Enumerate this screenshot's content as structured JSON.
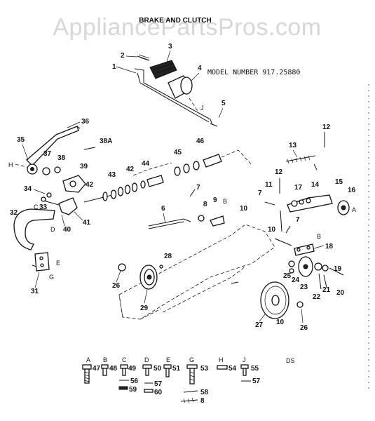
{
  "watermark": "AppliancePartsPros.com",
  "title": "BRAKE AND CLUTCH",
  "model_label": "MODEL NUMBER 917.25880",
  "callouts": {
    "c1": "1",
    "c2": "2",
    "c3": "3",
    "c4": "4",
    "c5": "5",
    "c6": "6",
    "c7": "7",
    "c8": "8",
    "c9": "9",
    "c10": "10",
    "c11": "11",
    "c12": "12",
    "c13": "13",
    "c14": "14",
    "c15": "15",
    "c16": "16",
    "c17": "17",
    "c18": "18",
    "c19": "19",
    "c20": "20",
    "c21": "21",
    "c22": "22",
    "c23": "23",
    "c24": "24",
    "c25": "25",
    "c26": "26",
    "c27": "27",
    "c28": "28",
    "c29": "29",
    "c31": "31",
    "c32": "32",
    "c33": "33",
    "c34": "34",
    "c35": "35",
    "c36": "36",
    "c37": "37",
    "c38": "38",
    "c38a": "38A",
    "c39": "39",
    "c40": "40",
    "c41": "41",
    "c42": "42",
    "c43": "43",
    "c44": "44",
    "c45": "45",
    "c46": "46"
  },
  "letters": {
    "A": "A",
    "B": "B",
    "C": "C",
    "D": "D",
    "E": "E",
    "G": "G",
    "H": "H",
    "J": "J"
  },
  "legend": {
    "code": "DS",
    "items": [
      {
        "letter": "A",
        "part": "47"
      },
      {
        "letter": "B",
        "part": "48"
      },
      {
        "letter": "C",
        "part": "49"
      },
      {
        "letter": "D",
        "part": "50"
      },
      {
        "letter": "E",
        "part": "51"
      },
      {
        "letter": "G",
        "part": "53"
      },
      {
        "letter": "H",
        "part": "54"
      },
      {
        "letter": "J",
        "part": "55"
      }
    ],
    "extras": [
      "56",
      "57",
      "59",
      "60",
      "58",
      "8",
      "57"
    ]
  }
}
